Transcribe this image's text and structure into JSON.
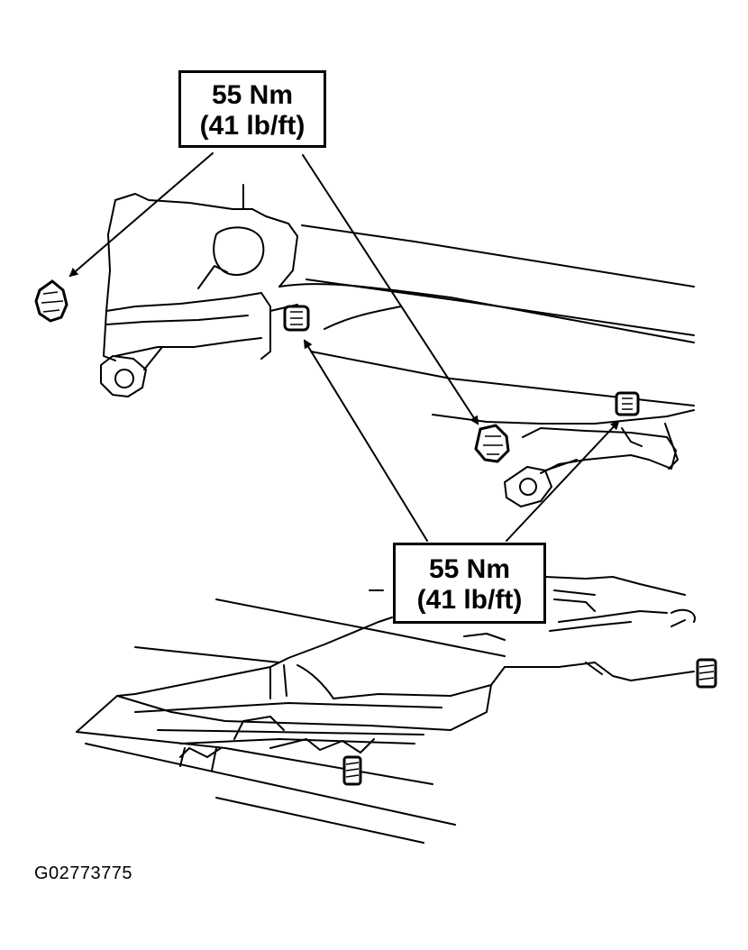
{
  "callouts": {
    "top": {
      "line1": "55 Nm",
      "line2": "(41 lb/ft)"
    },
    "bottom": {
      "line1": "55 Nm",
      "line2": "(41 lb/ft)"
    }
  },
  "figure_id": "G02773775",
  "colors": {
    "ink": "#000000",
    "background": "#ffffff"
  }
}
